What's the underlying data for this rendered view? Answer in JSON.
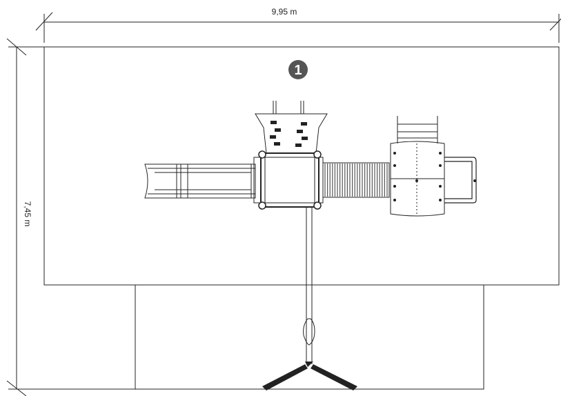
{
  "dimensions": {
    "width_label": "9,95 m",
    "height_label": "7,45 m"
  },
  "marker": {
    "number": "1"
  },
  "colors": {
    "line": "#222222",
    "marker_fill": "#555555",
    "tube_stripe": "#555555"
  }
}
